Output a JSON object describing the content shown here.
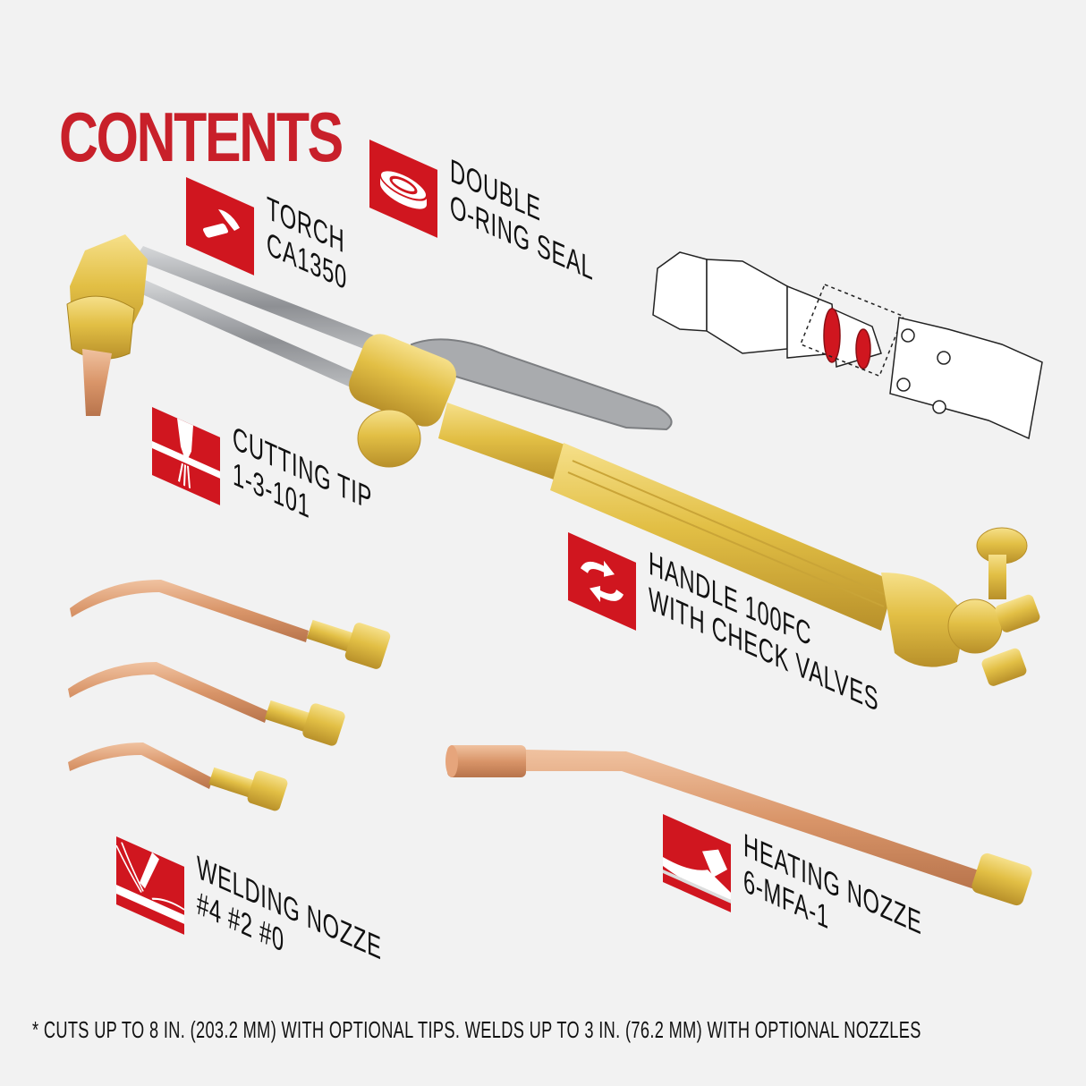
{
  "title": "CONTENTS",
  "colors": {
    "accent": "#d0161f",
    "title": "#c8202a",
    "background": "#f2f2f2",
    "brass": "#e2bf45",
    "copper": "#d99569",
    "steel": "#9a9c9f"
  },
  "labels": [
    {
      "id": "torch",
      "icon": "hammer-icon",
      "lines": [
        "TORCH",
        "CA1350"
      ]
    },
    {
      "id": "o-ring",
      "icon": "o-ring-icon",
      "lines": [
        "DOUBLE",
        "O-RING SEAL"
      ]
    },
    {
      "id": "cutting-tip",
      "icon": "cutting-spark-icon",
      "lines": [
        "CUTTING TIP",
        "1-3-101"
      ]
    },
    {
      "id": "handle",
      "icon": "rotate-arrows-icon",
      "lines": [
        "HANDLE 100FC",
        "WITH CHECK VALVES"
      ]
    },
    {
      "id": "welding-nozzle",
      "icon": "welding-flame-icon",
      "lines": [
        "WELDING NOZZE",
        "#4 #2 #0"
      ]
    },
    {
      "id": "heating-nozzle",
      "icon": "heating-nozzle-icon",
      "lines": [
        "HEATING NOZZE",
        "6-MFA-1"
      ]
    }
  ],
  "footnote": "* CUTS UP TO 8 IN. (203.2 MM) WITH OPTIONAL TIPS. WELDS UP TO 3 IN. (76.2 MM) WITH OPTIONAL NOZZLES"
}
